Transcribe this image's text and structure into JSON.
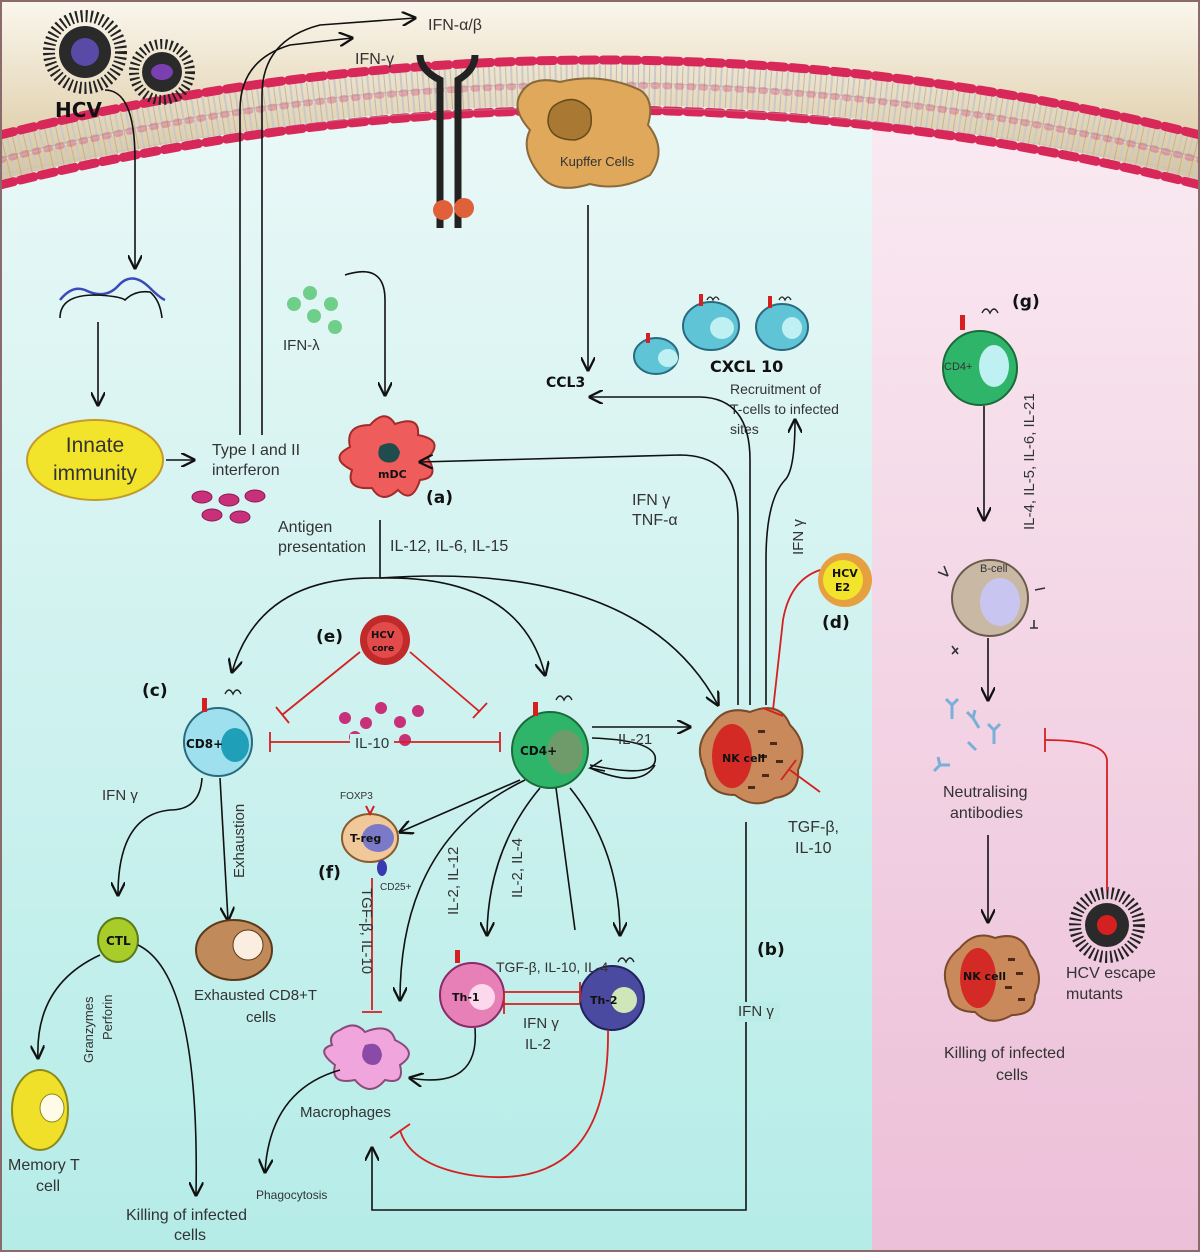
{
  "labels": {
    "hcv": "HCV",
    "ifn_ab": "IFN-α/β",
    "ifn_g_top": "IFN-γ",
    "kupffer": "Kupffer Cells",
    "innate_1": "Innate",
    "innate_2": "immunity",
    "ifn_lambda": "IFN-λ",
    "type_if_1": "Type I and II",
    "type_if_2": "interferon",
    "mdc": "mDC",
    "antigen_1": "Antigen",
    "antigen_2": "presentation",
    "il12_6_15": "IL-12, IL-6, IL-15",
    "ccl3": "CCL3",
    "cxcl10": "CXCL 10",
    "recruit_1": "Recruitment of",
    "recruit_2": "T-cells to infected",
    "recruit_3": "sites",
    "ifng_tnf_1": "IFN γ",
    "ifng_tnf_2": "TNF-α",
    "ifng_vert": "IFN γ",
    "hcv_e2_1": "HCV",
    "hcv_e2_2": "E2",
    "hcv_core_1": "HCV",
    "hcv_core_2": "core",
    "cd8": "CD8+",
    "cd4": "CD4+",
    "il10": "IL-10",
    "il21": "IL-21",
    "nk": "NK cell",
    "tgf_il10_1": "TGF-β,",
    "tgf_il10_2": "IL-10",
    "ifng_cd8": "IFN γ",
    "exhaustion": "Exhaustion",
    "foxp3": "FOXP3",
    "treg": "T-reg",
    "cd25": "CD25+",
    "tgf_vert": "TGF-β,  IL-10",
    "il2_12": "IL-2, IL-12",
    "il2_4": "IL-2, IL-4",
    "th1": "Th-1",
    "th2": "Th-2",
    "th_tgf": "TGF-β, IL-10, IL-4",
    "th_ifng_1": "IFN γ",
    "th_ifng_2": "IL-2",
    "ctl": "CTL",
    "granzymes": "Granzymes",
    "perforin": "Perforin",
    "exhausted_1": "Exhausted CD8+T",
    "exhausted_2": "cells",
    "memory_1": "Memory T",
    "memory_2": "cell",
    "killing_left_1": "Killing of infected",
    "killing_left_2": "cells",
    "macrophages": "Macrophages",
    "phagocytosis": "Phagocytosis",
    "ifng_b": "IFN γ",
    "g_cd4": "CD4+",
    "g_il": "IL-4, IL-5, IL-6, IL-21",
    "bcell": "B-cell",
    "neut_1": "Neutralising",
    "neut_2": "antibodies",
    "nk_right": "NK cell",
    "killing_right_1": "Killing of infected",
    "killing_right_2": "cells",
    "escape_1": "HCV escape",
    "escape_2": "mutants"
  },
  "panels": {
    "a": "(a)",
    "b": "(b)",
    "c": "(c)",
    "d": "(d)",
    "e": "(e)",
    "f": "(f)",
    "g": "(g)"
  },
  "colors": {
    "membrane_top": "#e2d2a6",
    "left_bg": "#bdefec",
    "right_bg": "#f1c8de",
    "inhibit": "#d42020",
    "head_pink": "#d8285a"
  }
}
